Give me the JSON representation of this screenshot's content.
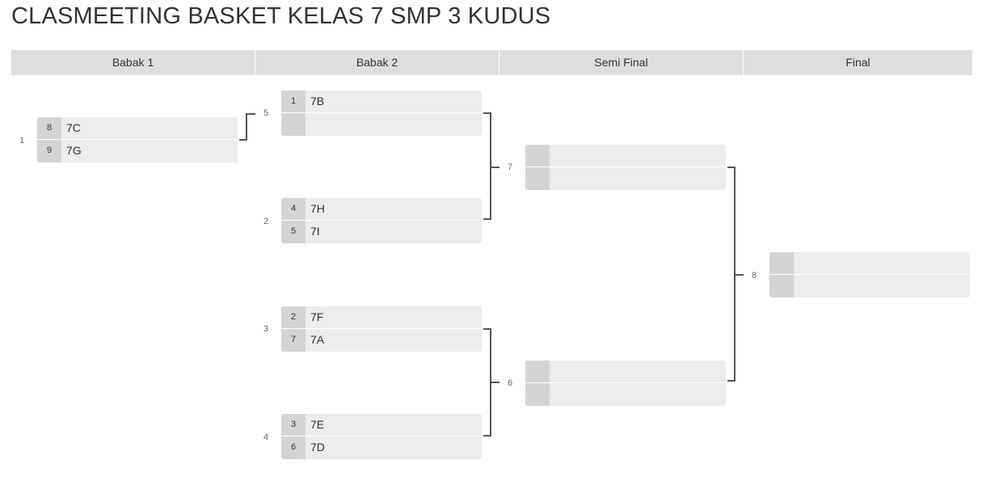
{
  "title": "CLASMEETING BASKET KELAS 7 SMP 3 KUDUS",
  "rounds": [
    "Babak 1",
    "Babak 2",
    "Semi Final",
    "Final"
  ],
  "matches": {
    "m1": {
      "number": "1",
      "top": {
        "seed": "8",
        "team": "7C"
      },
      "bottom": {
        "seed": "9",
        "team": "7G"
      }
    },
    "m5": {
      "number": "5",
      "top": {
        "seed": "1",
        "team": "7B"
      },
      "bottom": {
        "seed": "",
        "team": ""
      }
    },
    "m2": {
      "number": "2",
      "top": {
        "seed": "4",
        "team": "7H"
      },
      "bottom": {
        "seed": "5",
        "team": "7I"
      }
    },
    "m3": {
      "number": "3",
      "top": {
        "seed": "2",
        "team": "7F"
      },
      "bottom": {
        "seed": "7",
        "team": "7A"
      }
    },
    "m4": {
      "number": "4",
      "top": {
        "seed": "3",
        "team": "7E"
      },
      "bottom": {
        "seed": "6",
        "team": "7D"
      }
    },
    "m7": {
      "number": "7",
      "top": {
        "seed": "",
        "team": ""
      },
      "bottom": {
        "seed": "",
        "team": ""
      }
    },
    "m6": {
      "number": "6",
      "top": {
        "seed": "",
        "team": ""
      },
      "bottom": {
        "seed": "",
        "team": ""
      }
    },
    "m8": {
      "number": "8",
      "top": {
        "seed": "",
        "team": ""
      },
      "bottom": {
        "seed": "",
        "team": ""
      }
    }
  },
  "colors": {
    "header_bg": "#dedede",
    "match_bg": "#ececec",
    "seed_bg": "#d4d4d4",
    "connector": "#555555"
  }
}
